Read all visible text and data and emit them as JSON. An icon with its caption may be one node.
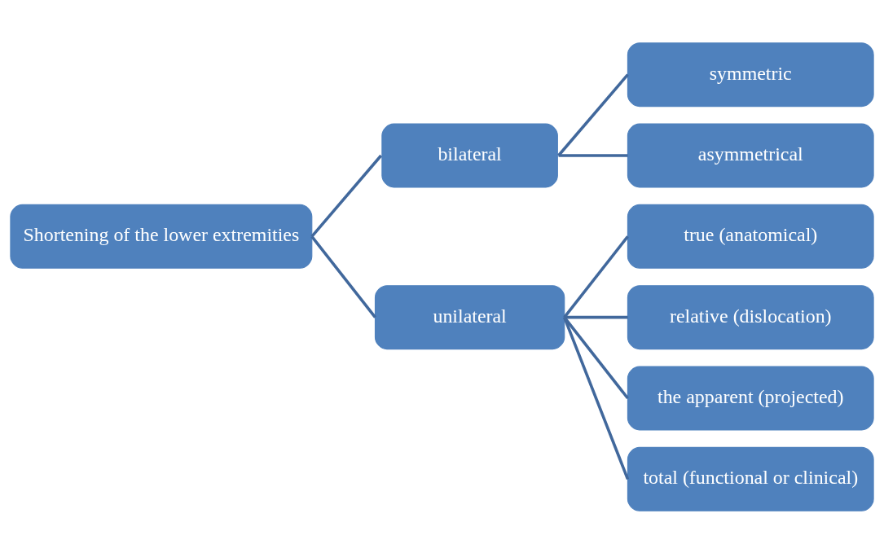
{
  "diagram": {
    "nodes": [
      {
        "text": [
          "Shortening of the lower extremities"
        ]
      },
      {
        "text": [
          "bilateral"
        ]
      },
      {
        "text": [
          "unilateral"
        ]
      },
      {
        "text": [
          "symmetric"
        ]
      },
      {
        "text": [
          "asymmetrical"
        ]
      },
      {
        "text": [
          "true (anatomical)"
        ]
      },
      {
        "text": [
          "relative (dislocation)"
        ]
      },
      {
        "text": [
          "the apparent (projected)"
        ]
      },
      {
        "text": [
          "total (functional or clinical)"
        ]
      }
    ],
    "edges": [
      {
        "from": 0,
        "to": 1,
        "arrow": "none"
      },
      {
        "from": 0,
        "to": 2,
        "arrow": "none"
      },
      {
        "from": 1,
        "to": 3,
        "arrow": "none"
      },
      {
        "from": 1,
        "to": 4,
        "arrow": "none"
      },
      {
        "from": 2,
        "to": 5,
        "arrow": "none"
      },
      {
        "from": 2,
        "to": 6,
        "arrow": "none"
      },
      {
        "from": 2,
        "to": 7,
        "arrow": "none"
      },
      {
        "from": 2,
        "to": 8,
        "arrow": "none"
      }
    ]
  }
}
